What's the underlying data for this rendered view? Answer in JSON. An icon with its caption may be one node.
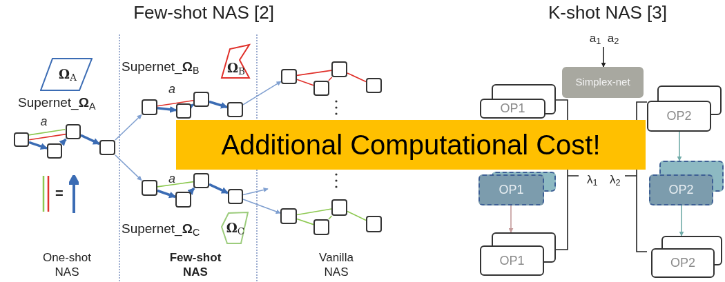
{
  "diagram": {
    "nodes": [
      {
        "text": [
          "**Ω**$_{A}$"
        ]
      },
      {
        "text": [],
        "shape": "box"
      },
      {
        "text": [],
        "shape": "box"
      },
      {
        "text": [],
        "shape": "box"
      },
      {
        "text": [],
        "shape": "box"
      },
      {
        "text": [
          "**Ω**$_{B}$"
        ]
      },
      {
        "text": [],
        "shape": "box"
      },
      {
        "text": [],
        "shape": "box"
      },
      {
        "text": [],
        "shape": "box"
      },
      {
        "text": [],
        "shape": "box"
      },
      {
        "text": [],
        "shape": "box"
      },
      {
        "text": [],
        "shape": "box"
      },
      {
        "text": [],
        "shape": "box"
      },
      {
        "text": [],
        "shape": "box"
      },
      {
        "text": [
          "**Ω**$_{C}$"
        ]
      },
      {
        "text": [],
        "shape": "box"
      },
      {
        "text": [],
        "shape": "box"
      },
      {
        "text": [],
        "shape": "box"
      },
      {
        "text": [],
        "shape": "box"
      },
      {
        "text": [],
        "shape": "box"
      },
      {
        "text": [],
        "shape": "box"
      },
      {
        "text": [],
        "shape": "box"
      },
      {
        "text": [],
        "shape": "box"
      },
      {
        "text": [
          "Additional Computational Cost!"
        ]
      },
      {
        "text": [
          "a$_{1}$  a$_{2}$"
        ]
      },
      {
        "text": [
          "Simplex-net"
        ]
      },
      {
        "text": [
          "OP1"
        ]
      },
      {
        "text": [
          "OP1"
        ]
      },
      {
        "text": [
          "OP1"
        ]
      },
      {
        "text": [
          "OP2"
        ]
      },
      {
        "text": [
          "OP2"
        ]
      },
      {
        "text": [
          "OP2"
        ]
      }
    ],
    "edges": [
      {
        "from": 1,
        "to": 3,
        "arrow": "none",
        "color": "#8cc850",
        "label": "a"
      },
      {
        "from": 1,
        "to": 3,
        "arrow": "none",
        "color": "#e0302a"
      },
      {
        "from": 1,
        "to": 2,
        "arrow": "to",
        "color": "#3b6cb4",
        "style": "thick"
      },
      {
        "from": 2,
        "to": 3,
        "arrow": "to",
        "color": "#3b6cb4",
        "style": "thick"
      },
      {
        "from": 3,
        "to": 4,
        "arrow": "to",
        "color": "#3b6cb4",
        "style": "thick"
      },
      {
        "from": 4,
        "to": 6,
        "arrow": "to",
        "color": "#7f9fd0"
      },
      {
        "from": 4,
        "to": 10,
        "arrow": "to",
        "color": "#7f9fd0"
      },
      {
        "from": 6,
        "to": 8,
        "arrow": "none",
        "color": "#e0302a",
        "label": "a"
      },
      {
        "from": 6,
        "to": 7,
        "arrow": "to",
        "color": "#3b6cb4",
        "style": "thick"
      },
      {
        "from": 7,
        "to": 8,
        "arrow": "to",
        "color": "#3b6cb4",
        "style": "thick"
      },
      {
        "from": 8,
        "to": 9,
        "arrow": "to",
        "color": "#3b6cb4",
        "style": "thick"
      },
      {
        "from": 10,
        "to": 12,
        "arrow": "none",
        "color": "#8cc850",
        "label": "a"
      },
      {
        "from": 10,
        "to": 11,
        "arrow": "to",
        "color": "#3b6cb4",
        "style": "thick"
      },
      {
        "from": 11,
        "to": 12,
        "arrow": "to",
        "color": "#3b6cb4",
        "style": "thick"
      },
      {
        "from": 12,
        "to": 13,
        "arrow": "to",
        "color": "#3b6cb4",
        "style": "thick"
      },
      {
        "from": 15,
        "to": 17,
        "arrow": "none",
        "color": "#e0302a"
      },
      {
        "from": 15,
        "to": 16,
        "arrow": "none",
        "color": "#e0302a"
      },
      {
        "from": 16,
        "to": 17,
        "arrow": "none",
        "color": "#e0302a"
      },
      {
        "from": 17,
        "to": 18,
        "arrow": "none",
        "color": "#e0302a"
      },
      {
        "from": 19,
        "to": 21,
        "arrow": "none",
        "color": "#8cc850"
      },
      {
        "from": 19,
        "to": 20,
        "arrow": "none",
        "color": "#8cc850"
      },
      {
        "from": 20,
        "to": 21,
        "arrow": "none",
        "color": "#8cc850"
      },
      {
        "from": 21,
        "to": 22,
        "arrow": "none",
        "color": "#8cc850"
      },
      {
        "from": 9,
        "to": 15,
        "arrow": "to",
        "color": "#7f9fd0"
      },
      {
        "from": 13,
        "to": 19,
        "arrow": "to",
        "color": "#7f9fd0"
      },
      {
        "from": 13,
        "to": null,
        "arrow": "to",
        "color": "#7f9fd0"
      },
      {
        "from": 24,
        "to": 25,
        "arrow": "to",
        "color": "#222222"
      },
      {
        "from": 27,
        "to": 28,
        "arrow": "to",
        "color": "#c49a9a"
      },
      {
        "from": 29,
        "to": 30,
        "arrow": "to",
        "color": "#70aba8"
      },
      {
        "from": 30,
        "to": 31,
        "arrow": "to",
        "color": "#70aba8"
      }
    ],
    "labels": [
      "Few-shot NAS [2]",
      "K-shot NAS [3]",
      "Supernet_**Ω**$_{A}$",
      "=",
      "One-shot NAS",
      "Supernet_**Ω**$_{B}$",
      "Few-shot NAS",
      "Supernet_**Ω**$_{C}$",
      "Vanilla NAS",
      "λ$_{1}$",
      "λ$_{2}$"
    ]
  }
}
